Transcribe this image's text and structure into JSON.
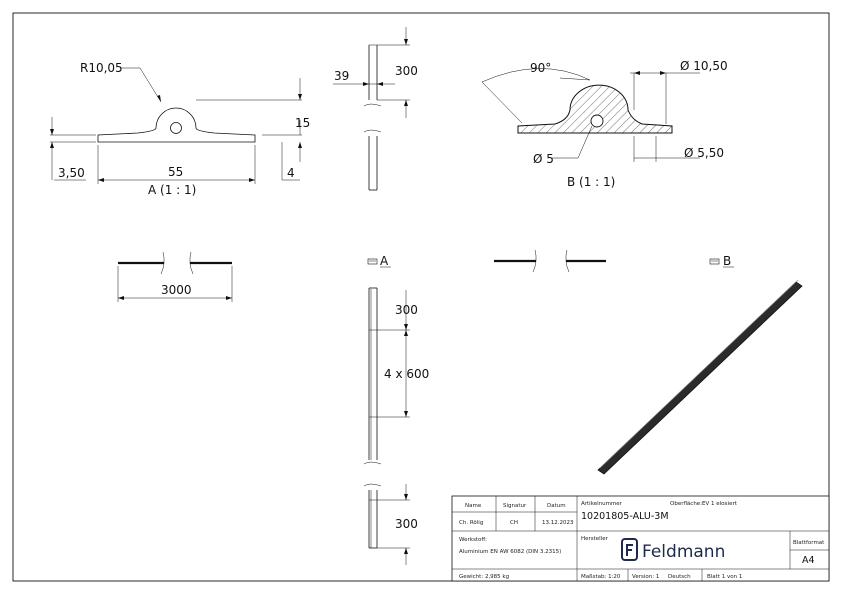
{
  "views": {
    "a_label": "A (1 : 1)",
    "b_label": "B (1 : 1)",
    "section_a": "A",
    "section_b": "B"
  },
  "dims": {
    "radius": "R10,05",
    "height_15": "15",
    "width_55": "55",
    "edge_3_50": "3,50",
    "edge_4": "4",
    "thickness_39": "39",
    "length_300_top": "300",
    "angle_90": "90°",
    "dia_10_50": "Ø 10,50",
    "dia_5": "Ø 5",
    "dia_5_50": "Ø 5,50",
    "length_3000": "3000",
    "pitch_300": "300",
    "pattern_4x600": "4 x 600",
    "end_300": "300"
  },
  "title_block": {
    "h_name": "Name",
    "h_signatur": "Signatur",
    "h_datum": "Datum",
    "name": "Ch. Rölig",
    "signatur": "CH",
    "datum": "13.12.2023",
    "artikel_label": "Artikelnummer",
    "artikel": "10201805-ALU-3M",
    "oberflaeche_label": "Oberfläche:",
    "oberflaeche": "EV 1 eloxiert",
    "werkstoff_label": "Werkstoff:",
    "werkstoff": "Aluminium EN AW 6082 (DIN 3.2315)",
    "hersteller_label": "Hersteller",
    "logo": "Feldmann",
    "blattformat_label": "Blattformat",
    "blattformat": "A4",
    "gewicht": "Gewicht: 2,985 kg",
    "massstab": "Maßstab: 1:20",
    "version": "Version: 1",
    "sprache": "Deutsch",
    "blatt": "Blatt 1 von 1"
  }
}
